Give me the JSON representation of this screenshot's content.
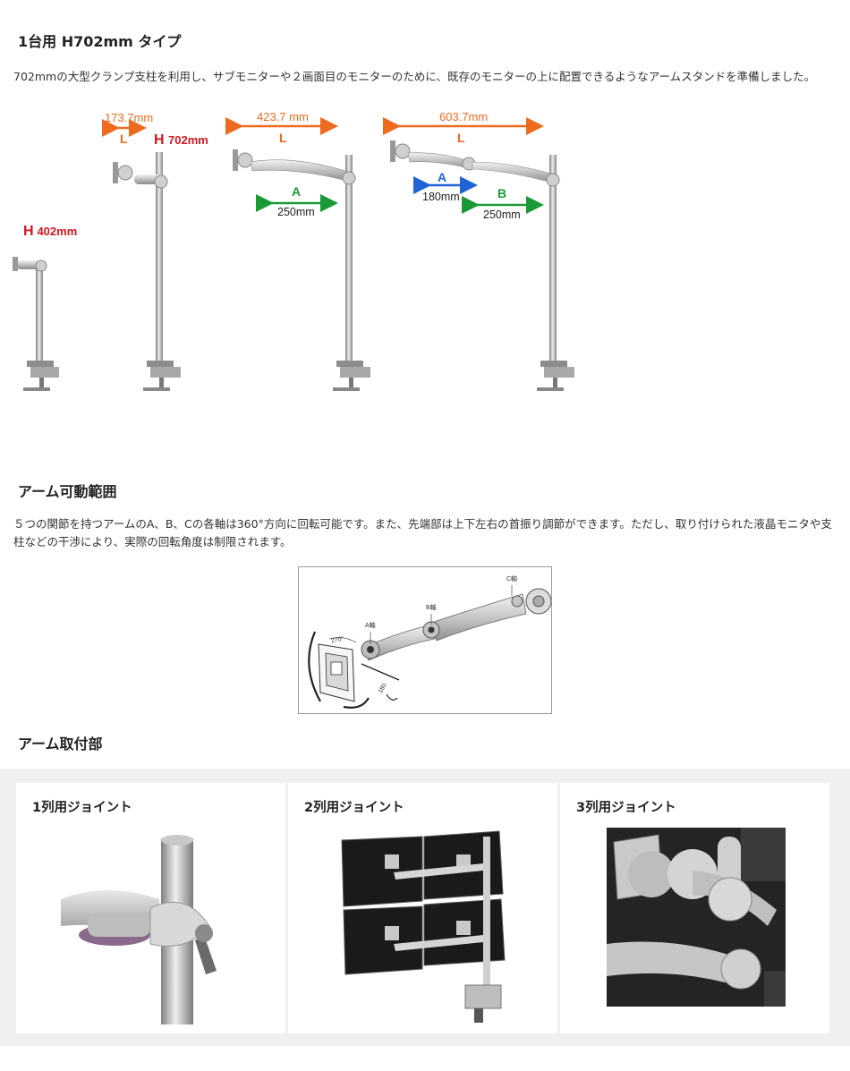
{
  "section1": {
    "title": "1台用 H702mm タイプ",
    "description": "702mmの大型クランプ支柱を利用し、サブモニターや２画面目のモニターのために、既存のモニターの上に配置できるようなアームスタンドを準備しました。",
    "stands": [
      {
        "h_label": "H",
        "h_value": "402mm"
      },
      {
        "l_value": "173.7mm",
        "l_label": "L",
        "h_label": "H",
        "h_value": "702mm"
      },
      {
        "l_value": "423.7 mm",
        "l_label": "L",
        "a_label": "A",
        "a_value": "250mm"
      },
      {
        "l_value": "603.7mm",
        "l_label": "L",
        "a_label": "A",
        "a_value": "180mm",
        "b_label": "B",
        "b_value": "250mm"
      }
    ]
  },
  "section2": {
    "title": "アーム可動範囲",
    "description": "５つの関節を持つアームのA、B、Cの各軸は360°方向に回転可能です。また、先端部は上下左右の首振り調節ができます。ただし、取り付けられた液晶モニタや支柱などの干渉により、実際の回転角度は制限されます。",
    "diagram": {
      "axis_a": "A軸",
      "axis_b": "B軸",
      "axis_c": "C軸",
      "angle_270": "270°",
      "angle_180": "180"
    }
  },
  "section3": {
    "title": "アーム取付部",
    "cards": [
      {
        "title": "1列用ジョイント"
      },
      {
        "title": "2列用ジョイント"
      },
      {
        "title": "3列用ジョイント"
      }
    ]
  },
  "colors": {
    "orange": "#ee6a1f",
    "red": "#d0161f",
    "green": "#1a9a36",
    "blue": "#1f63d6"
  }
}
